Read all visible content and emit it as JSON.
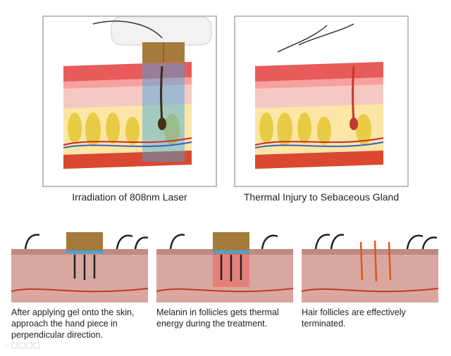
{
  "top_captions": {
    "left": "Irradiation of 808nm Laser",
    "right": "Thermal Injury to Sebaceous Gland"
  },
  "bottom_captions": [
    "After applying gel onto the skin, approach the hand piece in perpendicular direction.",
    "Melanin in follicles gets thermal energy during the treatment.",
    "Hair follicles are effectively terminated."
  ],
  "colors": {
    "epidermis": "#e85b5b",
    "dermis": "#f6c8c3",
    "fat": "#f3d36a",
    "muscle": "#d9482f",
    "laser_blue": "#39a9e0",
    "handpiece": "#a57b3c",
    "heat_red": "#ff3b30"
  }
}
